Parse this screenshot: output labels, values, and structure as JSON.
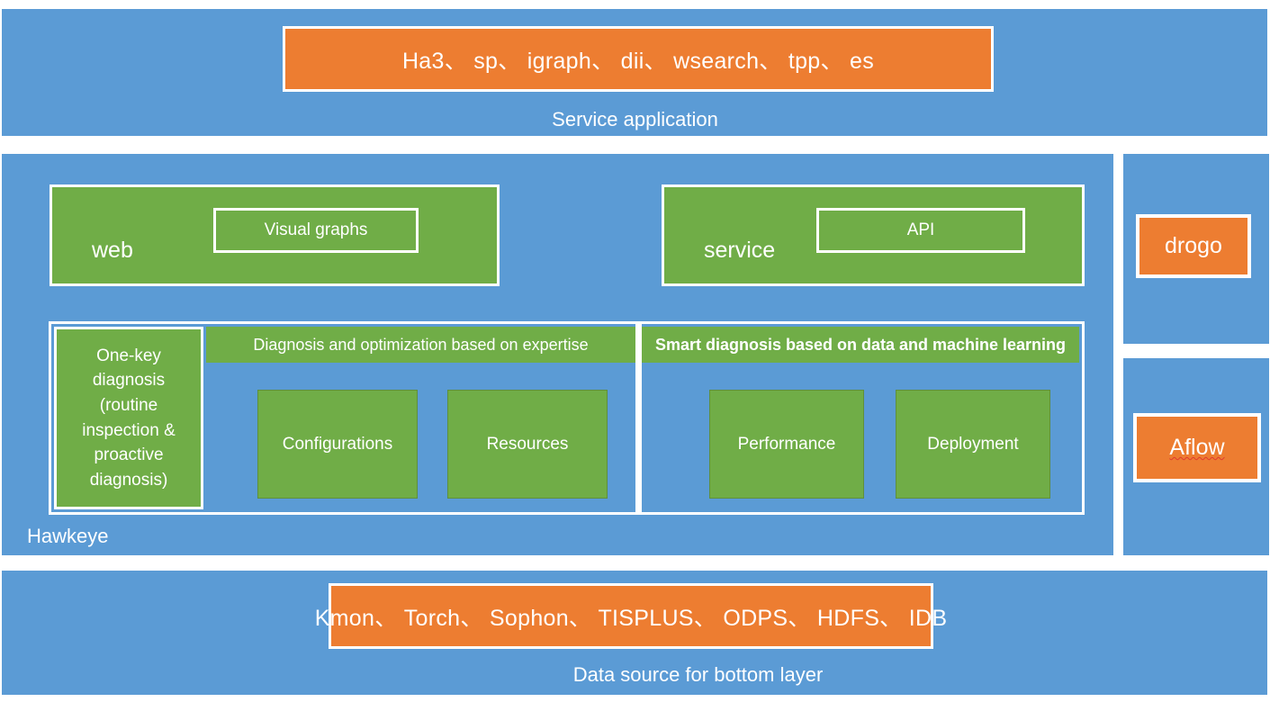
{
  "diagram": {
    "title": "Hawkeye system architecture layers",
    "colors": {
      "blue": "#5B9BD5",
      "green": "#70AD47",
      "orange": "#ED7D31",
      "white": "#FFFFFF"
    }
  },
  "service_application_layer": {
    "label": "Service application",
    "components_box": {
      "text": "Ha3、 sp、 igraph、 dii、 wsearch、 tpp、 es",
      "items": [
        "Ha3",
        "sp",
        "igraph",
        "dii",
        "wsearch",
        "tpp",
        "es"
      ],
      "separator": "、"
    }
  },
  "hawkeye_layer": {
    "label": "Hawkeye",
    "web_block": {
      "label": "web",
      "inner_label": "Visual graphs"
    },
    "service_block": {
      "label": "service",
      "inner_label": "API"
    },
    "diagnosis": {
      "one_key": {
        "label": "One-key diagnosis (routine inspection & proactive diagnosis)"
      },
      "expertise": {
        "header": "Diagnosis and optimization based on expertise",
        "items": [
          "Configurations",
          "Resources"
        ]
      },
      "smart": {
        "header": "Smart diagnosis based on data and machine learning",
        "items": [
          "Performance",
          "Deployment"
        ]
      }
    }
  },
  "side_panels": [
    {
      "label": "drogo"
    },
    {
      "label": "Aflow"
    }
  ],
  "data_source_layer": {
    "label": "Data source for bottom layer",
    "components_box": {
      "text": "Kmon、 Torch、 Sophon、 TISPLUS、 ODPS、 HDFS、 IDB",
      "items": [
        "Kmon",
        "Torch",
        "Sophon",
        "TISPLUS",
        "ODPS",
        "HDFS",
        "IDB"
      ],
      "separator": "、"
    }
  }
}
